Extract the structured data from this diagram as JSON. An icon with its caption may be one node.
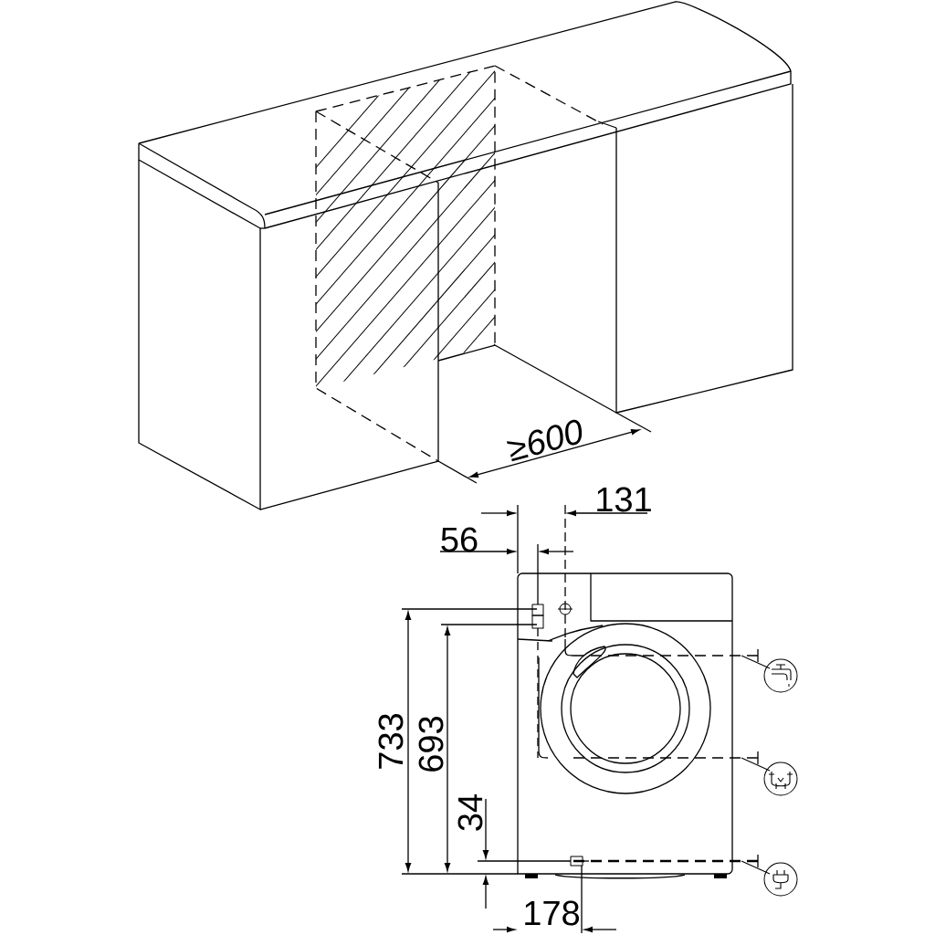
{
  "diagram": {
    "labels": [
      "≥600",
      "131",
      "56",
      "733",
      "693",
      "34",
      "178"
    ]
  }
}
